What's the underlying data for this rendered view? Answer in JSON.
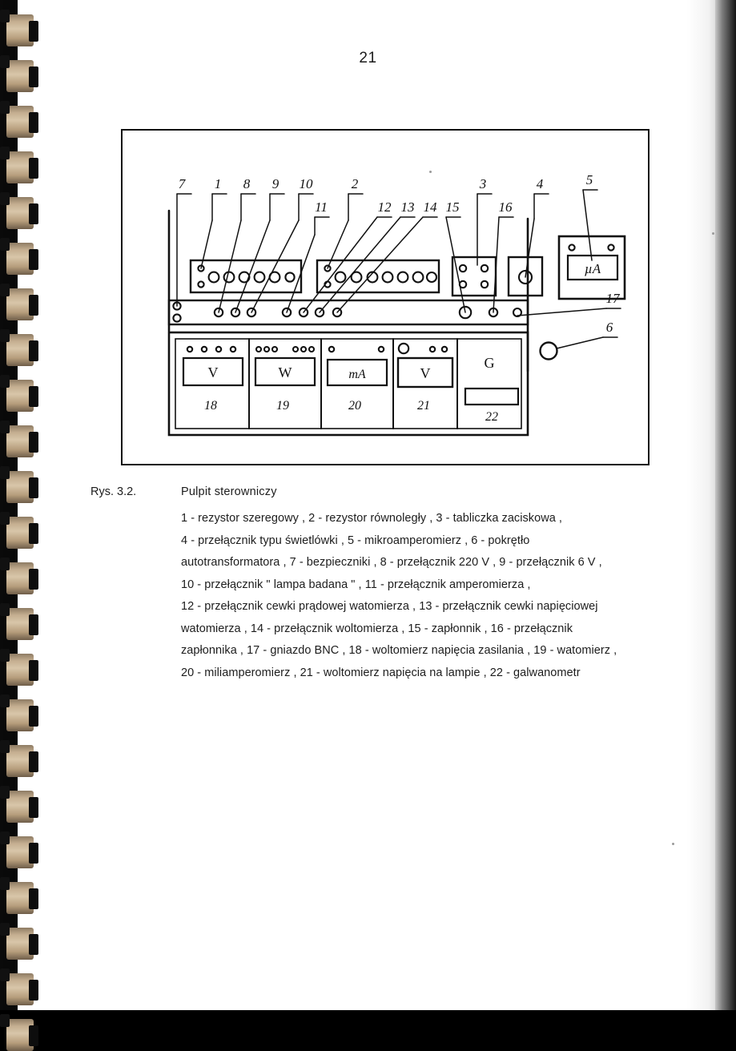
{
  "page": {
    "number": "21"
  },
  "figure": {
    "label": "Rys. 3.2.",
    "title": "Pulpit  sterowniczy",
    "caption_lines": [
      "1 - rezystor  szeregowy , 2 - rezystor  równoległy , 3 - tabliczka  zaciskowa ,",
      "4 - przełącznik  typu  świetlówki , 5 - mikroamperomierz , 6 - pokrętło",
      "autotransformatora , 7 - bezpieczniki , 8 - przełącznik  220 V ,  9 - przełącznik  6 V ,",
      "10 - przełącznik  \" lampa  badana \" , 11 - przełącznik  amperomierza ,",
      "12 - przełącznik  cewki  prądowej  watomierza , 13 - przełącznik  cewki  napięciowej",
      "watomierza , 14 - przełącznik  woltomierza , 15 - zapłonnik , 16 - przełącznik",
      "zapłonnika , 17 - gniazdo  BNC , 18 - woltomierz  napięcia  zasilania , 19 - watomierz ,",
      "20 - miliamperomierz , 21 - woltomierz  napięcia  na  lampie , 22 - galwanometr"
    ],
    "callouts_top_row": [
      "7",
      "1",
      "8",
      "9",
      "10",
      "2",
      "3",
      "4",
      "5"
    ],
    "callouts_second_row": [
      "11",
      "12",
      "13",
      "14",
      "15",
      "16"
    ],
    "callouts_right": [
      "17",
      "6"
    ],
    "meters": [
      {
        "symbol": "V",
        "number": "18"
      },
      {
        "symbol": "W",
        "number": "19"
      },
      {
        "symbol": "mA",
        "number": "20"
      },
      {
        "symbol": "V",
        "number": "21"
      },
      {
        "symbol": "G",
        "number": "22"
      }
    ],
    "microammeter_symbol": "µA",
    "colors": {
      "ink": "#111111",
      "paper": "#ffffff",
      "scan_background": "#0a0a0a",
      "coil_metal": "#c4ae90"
    }
  }
}
